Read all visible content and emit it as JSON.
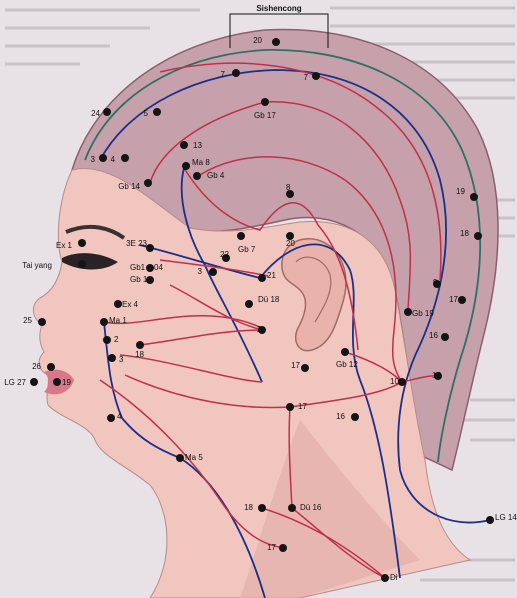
{
  "diagram": {
    "title": "Sishencong",
    "colors": {
      "blue_channel": "#1a2f8a",
      "red_channel": "#c0304a",
      "green_channel": "#2f6f64",
      "point": "#141414",
      "skin": "#f0c6bf",
      "hair": "#c6a0aa"
    },
    "points": [
      {
        "id": "p20top",
        "label": "20"
      },
      {
        "id": "p7a",
        "label": "7"
      },
      {
        "id": "p7b",
        "label": "7"
      },
      {
        "id": "p24",
        "label": "24"
      },
      {
        "id": "p5",
        "label": "5"
      },
      {
        "id": "gb17",
        "label": "Gb 17"
      },
      {
        "id": "p13",
        "label": "13"
      },
      {
        "id": "p3",
        "label": "3"
      },
      {
        "id": "p4",
        "label": "4"
      },
      {
        "id": "ma8",
        "label": "Ma 8"
      },
      {
        "id": "gb4",
        "label": "Gb 4"
      },
      {
        "id": "gb14",
        "label": "Gb 14"
      },
      {
        "id": "p8",
        "label": "8"
      },
      {
        "id": "p19r",
        "label": "19"
      },
      {
        "id": "p18r",
        "label": "18"
      },
      {
        "id": "gb7",
        "label": "Gb 7"
      },
      {
        "id": "p20m",
        "label": "20"
      },
      {
        "id": "ex1",
        "label": "Ex 1"
      },
      {
        "id": "se23",
        "label": "3E 23"
      },
      {
        "id": "taiyang",
        "label": "Tai yang"
      },
      {
        "id": "p22",
        "label": "22"
      },
      {
        "id": "gb1a",
        "label": "Gb1 – 04"
      },
      {
        "id": "gb1",
        "label": "Gb 1"
      },
      {
        "id": "p3b",
        "label": "3"
      },
      {
        "id": "p21",
        "label": "21"
      },
      {
        "id": "p9",
        "label": "9"
      },
      {
        "id": "p17r",
        "label": "17"
      },
      {
        "id": "dg18",
        "label": "Dü 18"
      },
      {
        "id": "gb19",
        "label": "Gb 19"
      },
      {
        "id": "ex4",
        "label": "Ex 4"
      },
      {
        "id": "p25",
        "label": "25"
      },
      {
        "id": "ma1",
        "label": "Ma 1"
      },
      {
        "id": "p2a",
        "label": "2"
      },
      {
        "id": "p2b",
        "label": "2"
      },
      {
        "id": "p18a",
        "label": "18"
      },
      {
        "id": "p3c",
        "label": "3"
      },
      {
        "id": "p16r",
        "label": "16"
      },
      {
        "id": "p26",
        "label": "26"
      },
      {
        "id": "lg27",
        "label": "LG 27"
      },
      {
        "id": "p19a",
        "label": "19"
      },
      {
        "id": "gb12",
        "label": "Gb 12"
      },
      {
        "id": "p17m",
        "label": "17"
      },
      {
        "id": "p10",
        "label": "10"
      },
      {
        "id": "p15",
        "label": "15"
      },
      {
        "id": "p17b",
        "label": "17"
      },
      {
        "id": "p4b",
        "label": "4"
      },
      {
        "id": "p16m",
        "label": "16"
      },
      {
        "id": "ma5",
        "label": "Ma 5"
      },
      {
        "id": "p18b",
        "label": "18"
      },
      {
        "id": "dg16",
        "label": "Dü 16"
      },
      {
        "id": "p17c",
        "label": "17"
      },
      {
        "id": "lg14",
        "label": "LG 14"
      },
      {
        "id": "di",
        "label": "Di"
      }
    ]
  }
}
